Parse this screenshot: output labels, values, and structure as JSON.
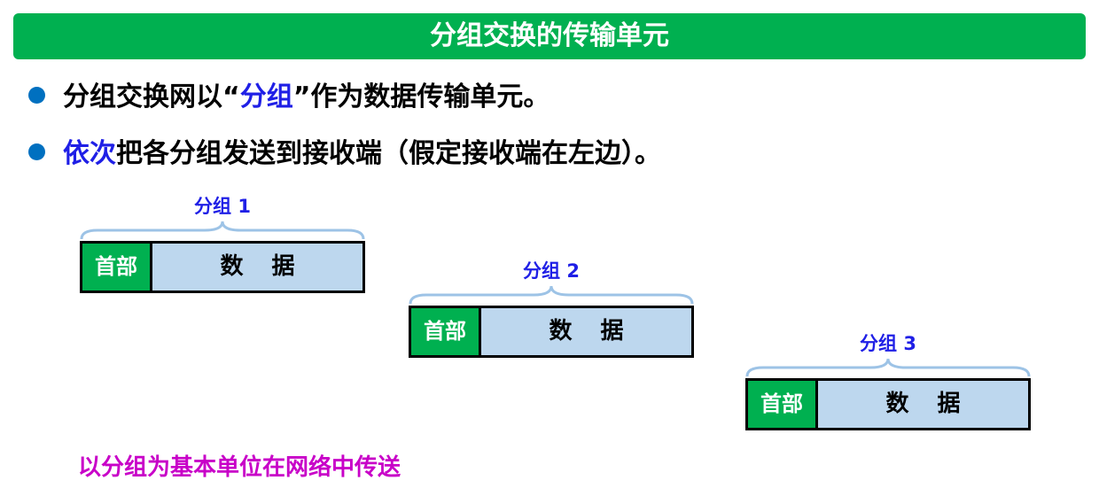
{
  "title": "分组交换的传输单元",
  "bullets": [
    {
      "parts": [
        {
          "text": "分组交换网以“",
          "highlight": false
        },
        {
          "text": "分组",
          "highlight": true
        },
        {
          "text": "”作为数据传输单元。",
          "highlight": false
        }
      ]
    },
    {
      "parts": [
        {
          "text": "依次",
          "highlight": true
        },
        {
          "text": "把各分组发送到接收端（假定接收端在左边）。",
          "highlight": false
        }
      ]
    }
  ],
  "packets": [
    {
      "label": "分组 1",
      "header": "首部",
      "data": "数据"
    },
    {
      "label": "分组 2",
      "header": "首部",
      "data": "数据"
    },
    {
      "label": "分组 3",
      "header": "首部",
      "data": "数据"
    }
  ],
  "footer": "以分组为基本单位在网络中传送",
  "colors": {
    "title_bg": "#00b050",
    "header_bg": "#00b050",
    "data_bg": "#bdd7ee",
    "highlight": "#1f1fe6",
    "bullet_dot": "#0070c0",
    "brace": "#9dc3e6",
    "footer": "#c800c8"
  }
}
